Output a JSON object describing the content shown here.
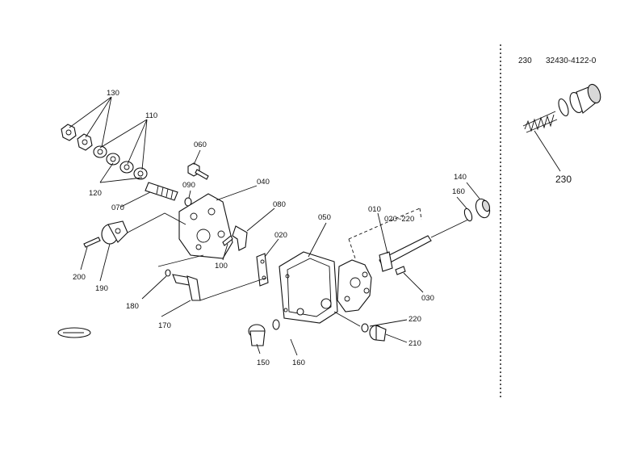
{
  "assembly": {
    "part_no": "230",
    "part_code": "32430-4122-0"
  },
  "callouts": [
    {
      "id": "c130",
      "text": "130"
    },
    {
      "id": "c110",
      "text": "110"
    },
    {
      "id": "c060",
      "text": "060"
    },
    {
      "id": "c090",
      "text": "090"
    },
    {
      "id": "c040",
      "text": "040"
    },
    {
      "id": "c120",
      "text": "120"
    },
    {
      "id": "c070",
      "text": "070"
    },
    {
      "id": "c080",
      "text": "080"
    },
    {
      "id": "c050",
      "text": "050"
    },
    {
      "id": "c010",
      "text": "010"
    },
    {
      "id": "c020-220",
      "text": "020~220"
    },
    {
      "id": "c160a",
      "text": "160"
    },
    {
      "id": "c140",
      "text": "140"
    },
    {
      "id": "c020",
      "text": "020"
    },
    {
      "id": "c100",
      "text": "100"
    },
    {
      "id": "c200",
      "text": "200"
    },
    {
      "id": "c190",
      "text": "190"
    },
    {
      "id": "c180",
      "text": "180"
    },
    {
      "id": "c170",
      "text": "170"
    },
    {
      "id": "c030",
      "text": "030"
    },
    {
      "id": "c220",
      "text": "220"
    },
    {
      "id": "c210",
      "text": "210"
    },
    {
      "id": "c150",
      "text": "150"
    },
    {
      "id": "c160b",
      "text": "160"
    },
    {
      "id": "c230",
      "text": "230"
    }
  ]
}
